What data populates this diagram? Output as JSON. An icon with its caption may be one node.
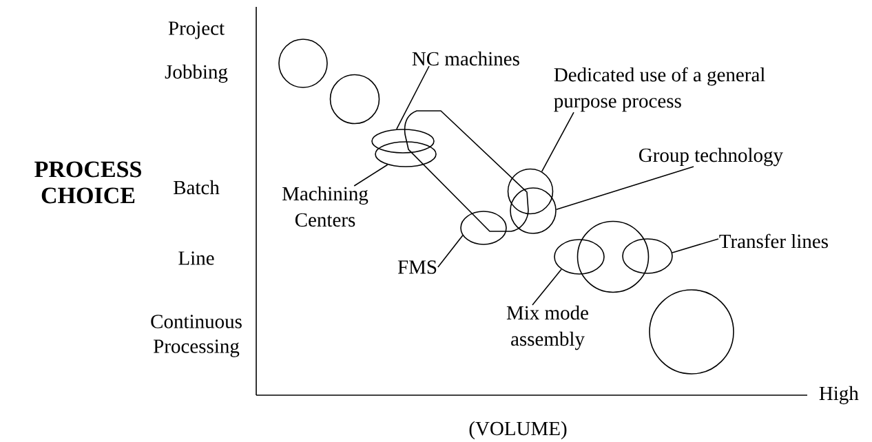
{
  "diagram": {
    "nodes": [
      {
        "text": [],
        "shape": "circle"
      },
      {
        "text": [],
        "shape": "circle"
      },
      {
        "text": [],
        "shape": "ellipse"
      },
      {
        "text": [],
        "shape": "ellipse"
      },
      {
        "text": [],
        "shape": "circle"
      },
      {
        "text": [],
        "shape": "circle"
      },
      {
        "text": [],
        "shape": "ellipse"
      },
      {
        "text": [],
        "shape": "ellipse"
      },
      {
        "text": [],
        "shape": "circle"
      },
      {
        "text": [],
        "shape": "ellipse"
      },
      {
        "text": [],
        "shape": "circle"
      },
      {
        "text": [
          "NC machines"
        ]
      },
      {
        "text": [
          "Dedicated use of a general purpose process"
        ]
      },
      {
        "text": [
          "Group technology"
        ]
      },
      {
        "text": [
          "Machining Centers"
        ]
      },
      {
        "text": [
          "FMS"
        ]
      },
      {
        "text": [
          "Transfer lines"
        ]
      },
      {
        "text": [
          "Mix mode assembly"
        ]
      }
    ],
    "edges": [
      {
        "from": 11,
        "to": 2,
        "arrow": "none"
      },
      {
        "from": 12,
        "to": 4,
        "arrow": "none"
      },
      {
        "from": 13,
        "to": 5,
        "arrow": "none"
      },
      {
        "from": 14,
        "to": 3,
        "arrow": "none"
      },
      {
        "from": 15,
        "to": 6,
        "arrow": "none"
      },
      {
        "from": 16,
        "to": 9,
        "arrow": "none"
      },
      {
        "from": 17,
        "to": 7,
        "arrow": "none"
      }
    ],
    "labels": [
      "Project",
      "Jobbing",
      "PROCESS CHOICE",
      "Batch",
      "Line",
      "Continuous Processing",
      "High",
      "(VOLUME)"
    ]
  }
}
